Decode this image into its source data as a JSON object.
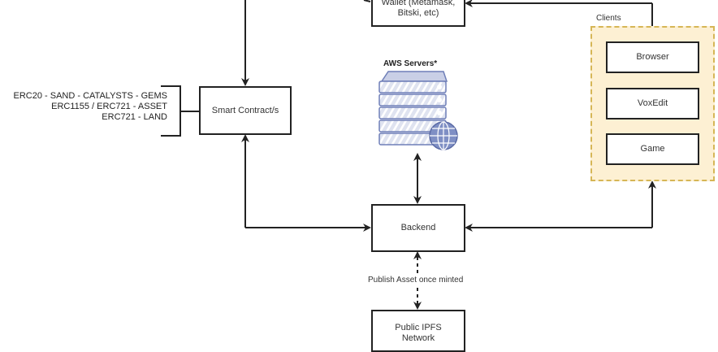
{
  "nodes": {
    "wallet": "Wallet (Metamask, Bitski, etc)",
    "smart_contract": "Smart Contract/s",
    "backend": "Backend",
    "ipfs": "Public IPFS Network"
  },
  "tokens": [
    "ERC20 - SAND - CATALYSTS - GEMS",
    "ERC1155 / ERC721 - ASSET",
    "ERC721 - LAND"
  ],
  "aws": {
    "title": "AWS Servers*",
    "icon": "server-globe-icon"
  },
  "clients": {
    "title": "Clients",
    "items": [
      "Browser",
      "VoxEdit",
      "Game"
    ]
  },
  "edges": {
    "publish_label": "Publish Asset once minted"
  },
  "colors": {
    "clients_fill": "#fdf0d3",
    "clients_border": "#d6b656",
    "server_blue": "#6f7fb8"
  }
}
